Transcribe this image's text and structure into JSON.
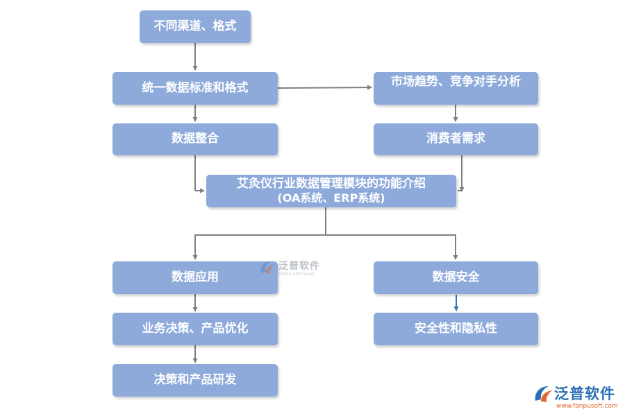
{
  "nodes": {
    "channels": "不同渠道、格式",
    "unify": "统一数据标准和格式",
    "market": "市场趋势、竞争对手分析",
    "integrate": "数据整合",
    "consumer": "消费者需求",
    "center_line1": "艾灸仪行业数据管理模块的功能介绍",
    "center_line2": "(OA系统、ERP系统)",
    "application": "数据应用",
    "security": "数据安全",
    "decision": "业务决策、产品优化",
    "privacy": "安全性和隐私性",
    "rnd": "决策和产品研发"
  },
  "watermark": {
    "name": "泛普软件",
    "sub": "FANPU SOFTWARE"
  },
  "logo": {
    "name": "泛普软件",
    "url": "www.fanpusoft.com"
  },
  "colors": {
    "box": "#8eaadb",
    "arrow": "#7f7f7f",
    "arrow_accent": "#2e75b6",
    "logo_blue": "#2a6fb5",
    "logo_orange": "#e0672b"
  }
}
